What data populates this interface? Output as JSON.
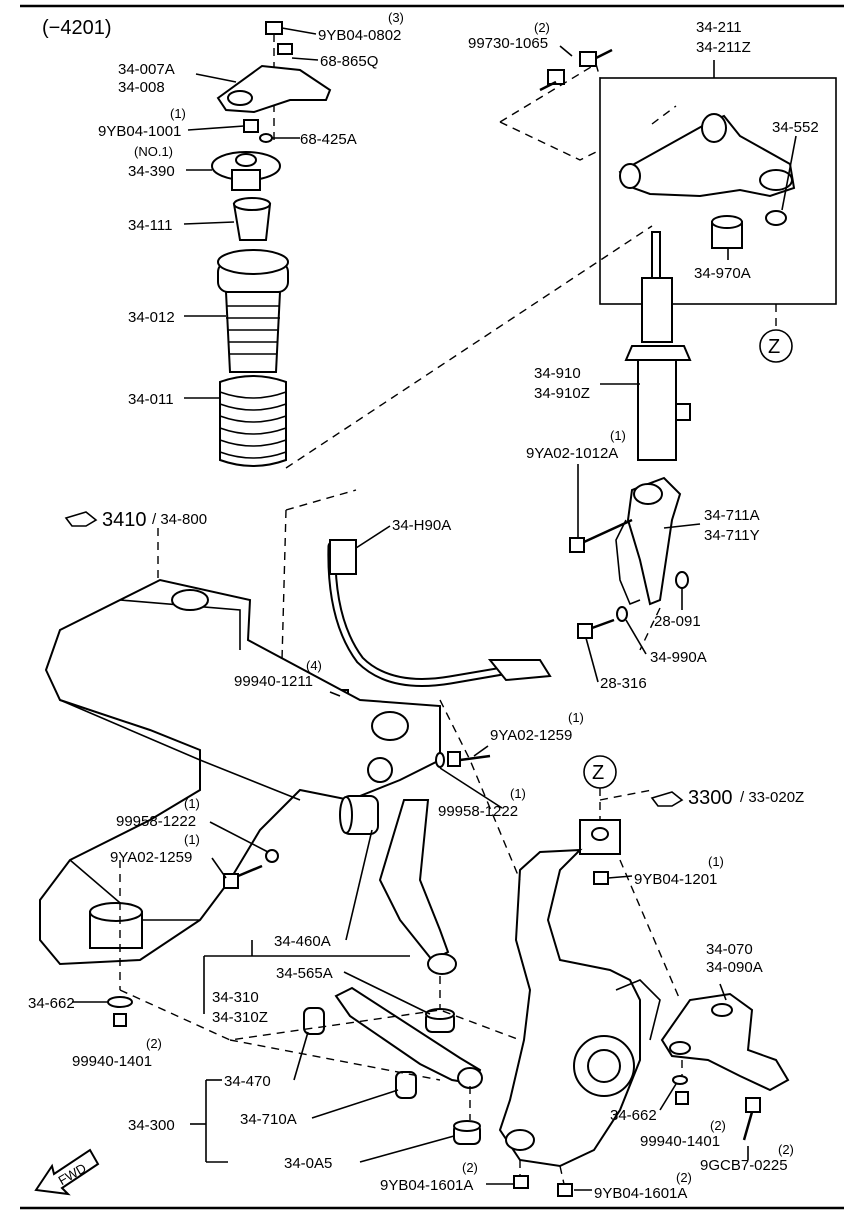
{
  "header": {
    "code": "(−4201)"
  },
  "references": {
    "ref1": {
      "num": "3410",
      "sub": "/ 34-800"
    },
    "ref2": {
      "num": "3300",
      "sub": "/ 33-020Z"
    }
  },
  "callout": "Z",
  "fwd": "FWD",
  "parts": {
    "p_9yb04_0802": "9YB04-0802",
    "q_9yb04_0802": "(3)",
    "p_68_865q": "68-865Q",
    "p_34_007a": "34-007A",
    "p_34_008": "34-008",
    "q_9yb04_1001": "(1)",
    "p_9yb04_1001": "9YB04-1001",
    "p_68_425a": "68-425A",
    "q_no1": "(NO.1)",
    "p_34_390": "34-390",
    "p_34_111": "34-111",
    "p_34_012": "34-012",
    "p_34_011": "34-011",
    "q_99730": "(2)",
    "p_99730": "99730-1065",
    "p_34_211": "34-211",
    "p_34_211z": "34-211Z",
    "p_34_552": "34-552",
    "p_34_970a": "34-970A",
    "p_34_910": "34-910",
    "p_34_910z": "34-910Z",
    "q_9ya02_1012a": "(1)",
    "p_9ya02_1012a": "9YA02-1012A",
    "p_34_711a": "34-711A",
    "p_34_711y": "34-711Y",
    "p_28_091": "28-091",
    "p_34_990a": "34-990A",
    "p_28_316": "28-316",
    "p_34_h90a": "34-H90A",
    "q_99940_1211": "(4)",
    "p_99940_1211": "99940-1211",
    "q_9ya02_1259a": "(1)",
    "p_9ya02_1259a": "9YA02-1259",
    "q_99958_1222a": "(1)",
    "p_99958_1222a": "99958-1222",
    "q_99958_1222b": "(1)",
    "p_99958_1222b": "99958-1222",
    "q_9ya02_1259b": "(1)",
    "p_9ya02_1259b": "9YA02-1259",
    "q_9yb04_1201": "(1)",
    "p_9yb04_1201": "9YB04-1201",
    "p_34_460a": "34-460A",
    "p_34_565a": "34-565A",
    "p_34_310": "34-310",
    "p_34_310z": "34-310Z",
    "p_34_662a": "34-662",
    "q_99940_1401a": "(2)",
    "p_99940_1401a": "99940-1401",
    "p_34_070": "34-070",
    "p_34_090a": "34-090A",
    "p_34_470": "34-470",
    "p_34_300": "34-300",
    "p_34_710a": "34-710A",
    "p_34_0a5": "34-0A5",
    "p_34_662b": "34-662",
    "q_99940_1401b": "(2)",
    "p_99940_1401b": "99940-1401",
    "q_9gcb7": "(2)",
    "p_9gcb7": "9GCB7-0225",
    "q_9yb04_1601a_a": "(2)",
    "p_9yb04_1601a_a": "9YB04-1601A",
    "q_9yb04_1601a_b": "(2)",
    "p_9yb04_1601a_b": "9YB04-1601A"
  }
}
